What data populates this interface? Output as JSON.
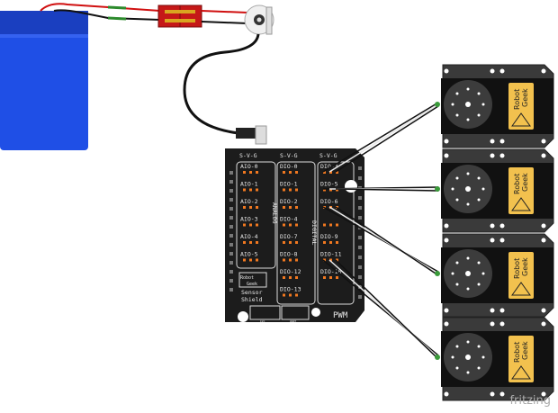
{
  "shield": {
    "header_svg": "S-V-G",
    "analog_pins": [
      "AIO-0",
      "AIO-1",
      "AIO-2",
      "AIO-3",
      "AIO-4",
      "AIO-5"
    ],
    "digital_pins": [
      "DIO-0",
      "DIO-1",
      "DIO-2",
      "DIO-4",
      "DIO-7",
      "DIO-8",
      "DIO-12",
      "DIO-13"
    ],
    "pwm_pins": [
      "DIO-3",
      "DIO-5",
      "DIO-6",
      "",
      "DIO-9",
      "DIO-11"
    ],
    "pwm_pin_hidden": "DIO-10",
    "analog_label": "ANALOG",
    "digital_label": "DIGITAL",
    "pwm_label": "PWM",
    "logo_line1": "Robot",
    "logo_line2": "Geek",
    "name_line1": "Sensor",
    "name_line2": "Shield",
    "i2c_label": "I2C",
    "uart_label": "UART"
  },
  "servos": [
    {
      "brand1": "Robot",
      "brand2": "Geek"
    },
    {
      "brand1": "Robot",
      "brand2": "Geek"
    },
    {
      "brand1": "Robot",
      "brand2": "Geek"
    },
    {
      "brand1": "Robot",
      "brand2": "Geek"
    }
  ],
  "colors": {
    "battery": "#1f4fe6",
    "board": "#1c1c1c",
    "pin": "#f07820",
    "servo_label": "#f2c14e",
    "wire_red": "#d01010"
  },
  "footer": {
    "brand": "fritzing"
  }
}
